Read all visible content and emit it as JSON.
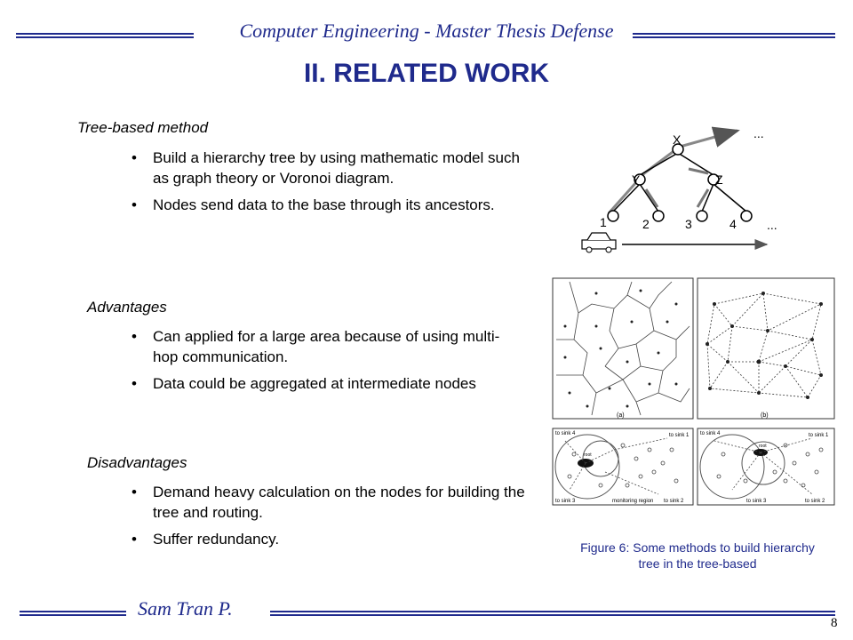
{
  "header": {
    "title": "Computer Engineering - Master Thesis Defense"
  },
  "slide": {
    "title": "II. RELATED WORK"
  },
  "sections": [
    {
      "heading": "Tree-based method",
      "bullets": [
        "Build a hierarchy tree by using mathematic model such as graph theory or Voronoi diagram.",
        "Nodes send data to the base through its ancestors."
      ]
    },
    {
      "heading": "Advantages",
      "bullets": [
        "Can applied for a large area because of using multi-hop communication.",
        "Data could be aggregated at intermediate nodes"
      ]
    },
    {
      "heading": "Disadvantages",
      "bullets": [
        "Demand heavy calculation on the nodes for building the tree and routing.",
        "Suffer redundancy."
      ]
    }
  ],
  "figure": {
    "caption": "Figure 6: Some methods to build hierarchy tree in the tree-based",
    "tree_labels": {
      "x": "X",
      "y": "Y",
      "z": "Z",
      "n1": "1",
      "n2": "2",
      "n3": "3",
      "n4": "4",
      "dots_top": "...",
      "dots_bottom": "..."
    },
    "panel_a_label": "(a)",
    "panel_b_label": "(b)",
    "sink_labels": {
      "sink1": "to sink 1",
      "sink2": "to sink 2",
      "sink3": "to sink 3",
      "sink4": "to sink 4",
      "root": "root",
      "region": "monitoring region"
    }
  },
  "footer": {
    "name": "Sam Tran P.",
    "page": "8"
  }
}
